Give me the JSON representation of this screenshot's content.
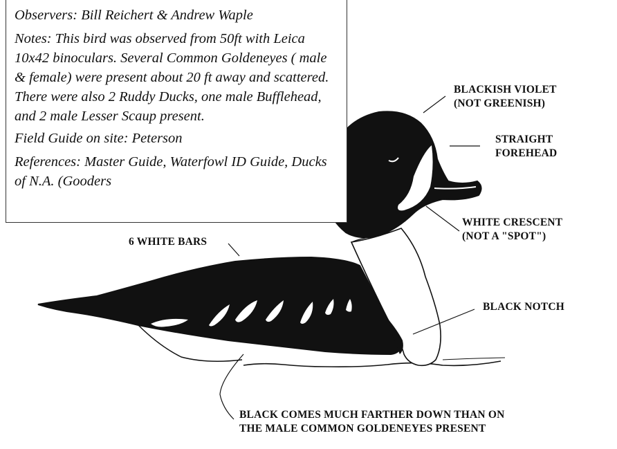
{
  "notes_box": {
    "observers": "Observers: Bill Reichert & Andrew Waple",
    "notes": "Notes: This bird was observed from 50ft with Leica 10x42 binoculars. Several Common Goldeneyes ( male & female) were present about  20 ft away and scattered. There were also 2 Ruddy Ducks, one male Bufflehead, and 2 male Lesser Scaup present.",
    "field_guide": "Field Guide on site: Peterson",
    "references": "References: Master Guide, Waterfowl ID Guide, Ducks of N.A. (Gooders"
  },
  "labels": {
    "head_color": [
      "BLACKISH VIOLET",
      "(NOT GREENISH)"
    ],
    "forehead": [
      "STRAIGHT",
      "FOREHEAD"
    ],
    "crescent": [
      "WHITE CRESCENT",
      "(NOT A \"SPOT\")"
    ],
    "white_bars": "6 WHITE BARS",
    "black_notch": "BLACK NOTCH",
    "black_lower": [
      "BLACK COMES MUCH FARTHER DOWN THAN ON",
      "THE MALE COMMON GOLDENEYES PRESENT"
    ]
  },
  "colors": {
    "ink": "#111111",
    "paper": "#ffffff"
  }
}
